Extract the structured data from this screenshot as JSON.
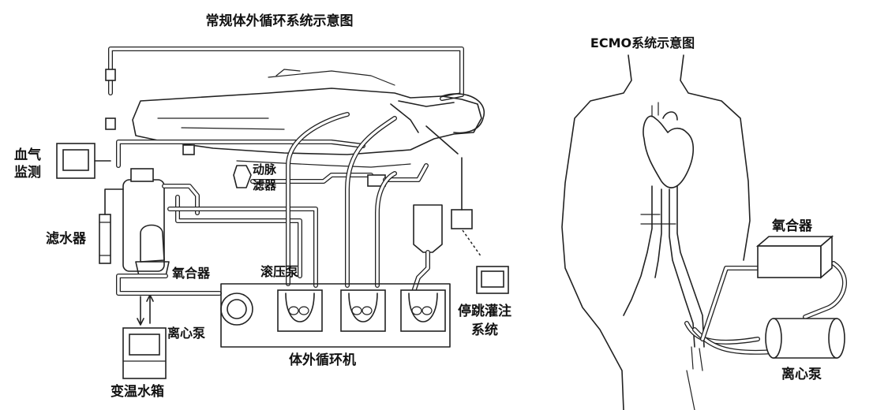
{
  "left": {
    "title": "常规体外循环系统示意图",
    "labels": {
      "blood_gas_line1": "血气",
      "blood_gas_line2": "监测",
      "filter": "滤水器",
      "arterial_filter_line1": "动脉",
      "arterial_filter_line2": "滤器",
      "oxygenator": "氧合器",
      "roller_pump": "滚压泵",
      "centrifugal_pump": "离心泵",
      "cardioplegia_line1": "停跳灌注",
      "cardioplegia_line2": "系统",
      "heater_cooler": "变温水箱",
      "cpb_machine": "体外循环机"
    }
  },
  "right": {
    "title": "ECMO系统示意图",
    "labels": {
      "oxygenator": "氧合器",
      "centrifugal_pump": "离心泵"
    }
  }
}
